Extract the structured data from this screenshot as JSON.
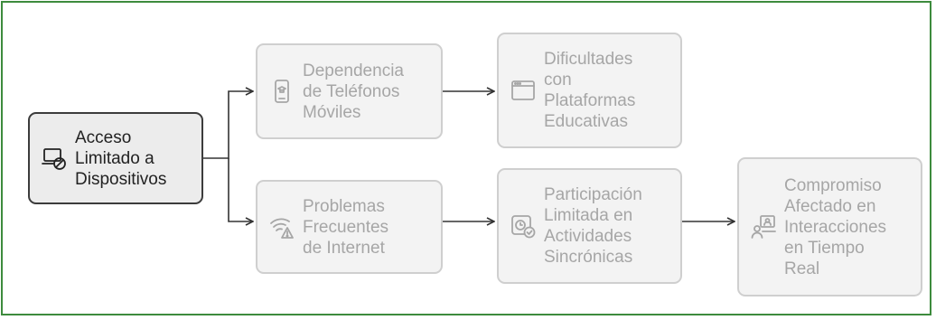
{
  "nodes": [
    {
      "id": "acceso",
      "label": "Acceso\nLimitado a\nDispositivos",
      "icon": "laptop-blocked-icon"
    },
    {
      "id": "dependencia",
      "label": "Dependencia\nde Teléfonos\nMóviles",
      "icon": "mobile-phone-icon"
    },
    {
      "id": "dificultades",
      "label": "Dificultades\ncon\nPlataformas\nEducativas",
      "icon": "browser-window-icon"
    },
    {
      "id": "problemas",
      "label": "Problemas\nFrecuentes\nde Internet",
      "icon": "wifi-warning-icon"
    },
    {
      "id": "participacion",
      "label": "Participación\nLimitada en\nActividades\nSincrónicas",
      "icon": "clock-check-icon"
    },
    {
      "id": "compromiso",
      "label": "Compromiso\nAfectado en\nInteracciones\nen Tiempo\nReal",
      "icon": "video-meeting-icon"
    }
  ],
  "edges": [
    {
      "from": "acceso",
      "to": "dependencia"
    },
    {
      "from": "acceso",
      "to": "problemas"
    },
    {
      "from": "dependencia",
      "to": "dificultades"
    },
    {
      "from": "problemas",
      "to": "participacion"
    },
    {
      "from": "participacion",
      "to": "compromiso"
    }
  ],
  "colors": {
    "frame": "#3d8b3d",
    "root_border": "#3c3c3c",
    "faded_border": "#cfcfcf",
    "faded_text": "#a6a6a6",
    "connector": "#333333"
  }
}
